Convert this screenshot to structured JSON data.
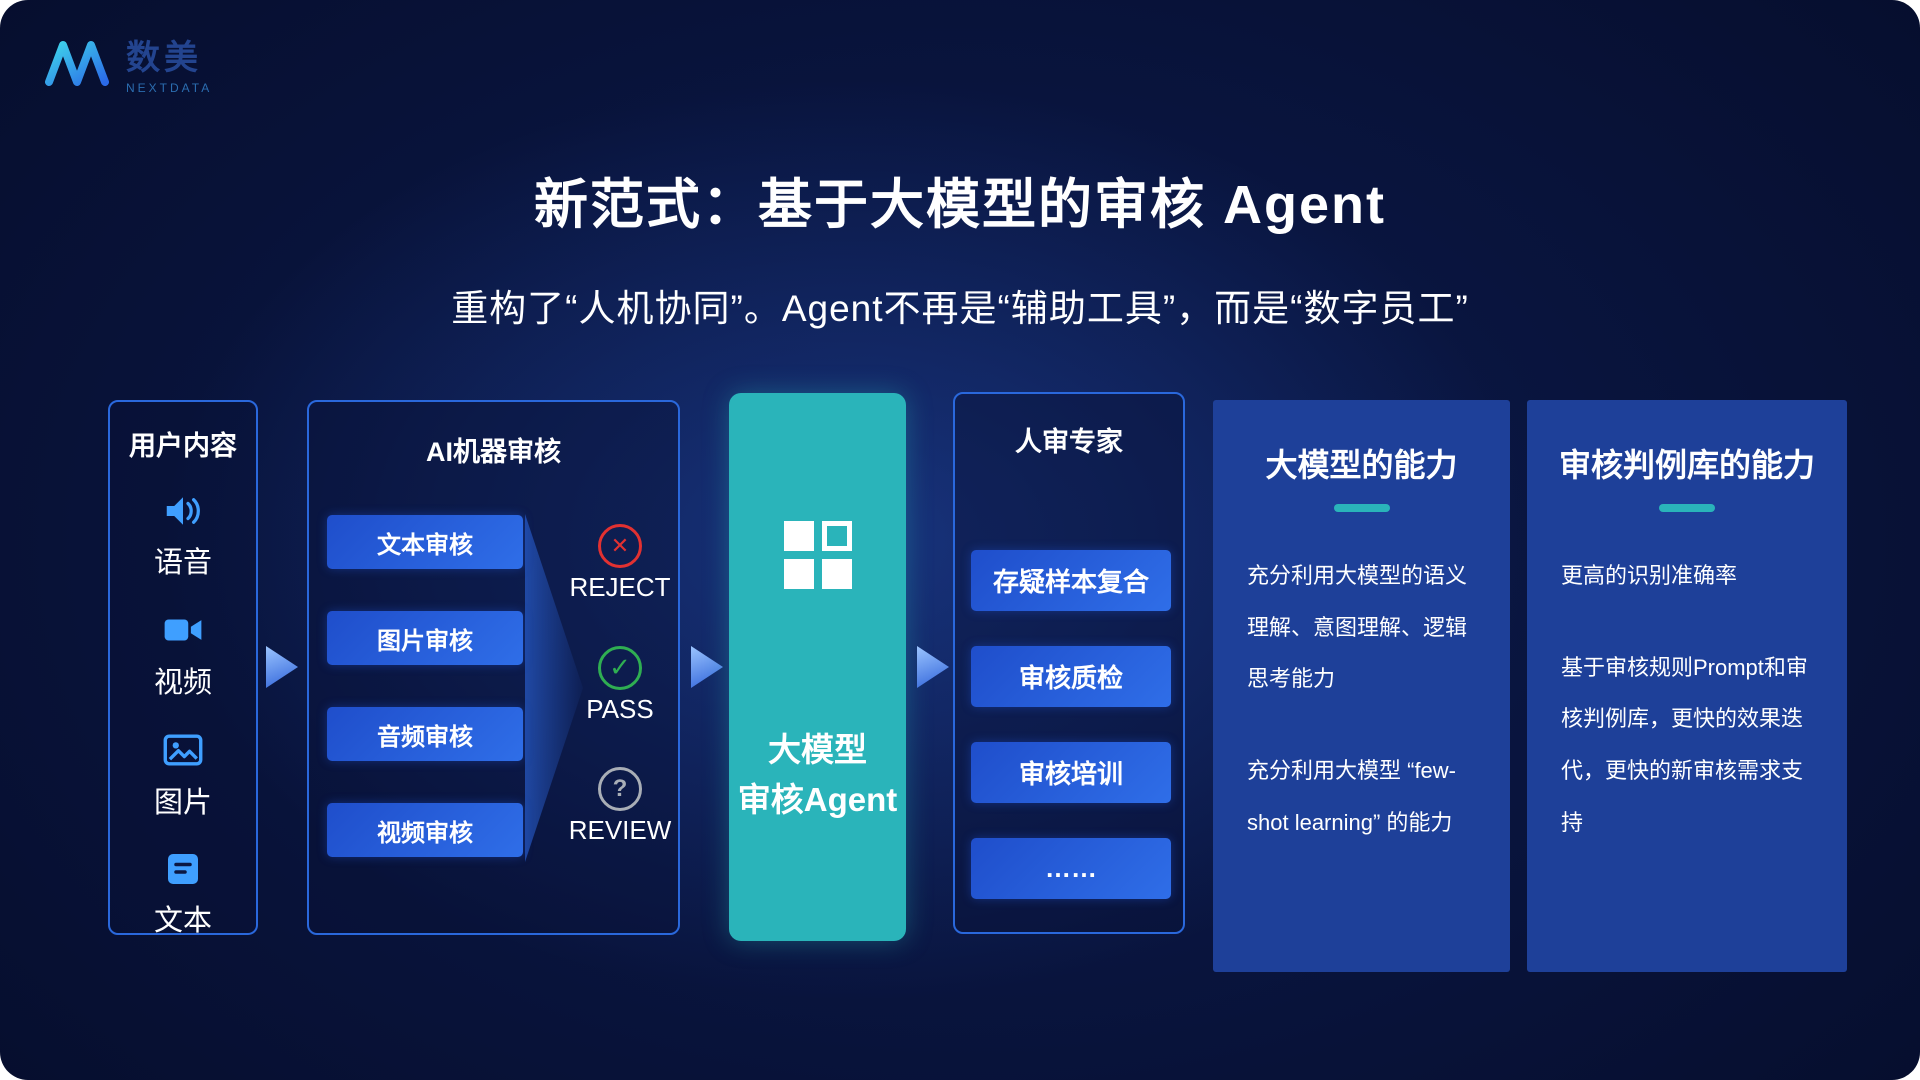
{
  "logo": {
    "brand_cn": "数美",
    "brand_en": "NEXTDATA"
  },
  "title": "新范式：基于大模型的审核 Agent",
  "subtitle": "重构了“人机协同”。Agent不再是“辅助工具”，而是“数字员工”",
  "user_content_panel": {
    "title": "用户内容",
    "items": [
      {
        "icon": "audio-icon",
        "label": "语音"
      },
      {
        "icon": "video-icon",
        "label": "视频"
      },
      {
        "icon": "image-icon",
        "label": "图片"
      },
      {
        "icon": "text-icon",
        "label": "文本"
      }
    ]
  },
  "ai_review_panel": {
    "title": "AI机器审核",
    "modules": [
      "文本审核",
      "图片审核",
      "音频审核",
      "视频审核"
    ],
    "outcomes": [
      {
        "symbol": "✕",
        "label": "REJECT",
        "color": "#e23131"
      },
      {
        "symbol": "✓",
        "label": "PASS",
        "color": "#2fae52"
      },
      {
        "symbol": "?",
        "label": "REVIEW",
        "color": "#a9aeb6"
      }
    ]
  },
  "agent_panel": {
    "line1": "大模型",
    "line2": "审核Agent"
  },
  "human_review_panel": {
    "title": "人审专家",
    "modules": [
      "存疑样本复合",
      "审核质检",
      "审核培训",
      "……"
    ]
  },
  "capability_panels": [
    {
      "title": "大模型的能力",
      "paragraphs": [
        "充分利用大模型的语义理解、意图理解、逻辑思考能力",
        "充分利用大模型 “few-shot learning” 的能力"
      ]
    },
    {
      "title": "审核判例库的能力",
      "paragraphs": [
        "更高的识别准确率",
        "基于审核规则Prompt和审核判例库，更快的效果迭代，更快的新审核需求支持"
      ]
    }
  ],
  "colors": {
    "background_navy": "#0a1744",
    "accent_teal": "#2ab4ba",
    "panel_border_blue": "#2a68dc",
    "module_button_blue_start": "#1f4ecb",
    "module_button_blue_end": "#2f6ee8",
    "reject_red": "#e23131",
    "pass_green": "#2fae52",
    "review_gray": "#a9aeb6",
    "icon_blue": "#3f9fff",
    "info_panel_blue": "#1e4099"
  }
}
